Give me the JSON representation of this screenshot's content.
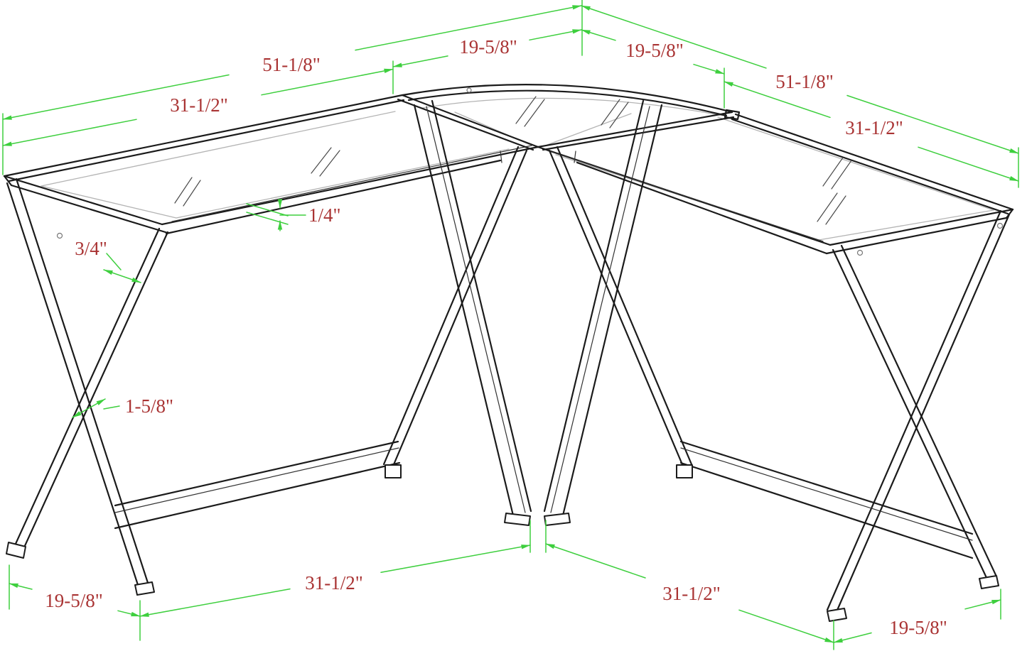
{
  "diagram": {
    "title": "L-shaped corner desk dimensional drawing",
    "subject": "X-frame glass-top corner computer desk",
    "view": "isometric line drawing",
    "units": "inches"
  },
  "colors": {
    "background": "#ffffff",
    "outline": "#1b1b1b",
    "inner_frame": "#b4b4b4",
    "glass_mark": "#4a4a4a",
    "dimension_line": "#3ecf3e",
    "label_text": "#a93333"
  },
  "labels": {
    "top_left_outer": "51-1/8\"",
    "top_left_inner": "31-1/2\"",
    "top_center_left": "19-5/8\"",
    "top_center_right": "19-5/8\"",
    "top_right_outer": "51-1/8\"",
    "top_right_inner": "31-1/2\"",
    "glass_thickness": "1/4\"",
    "frame_tube": "3/4\"",
    "leg_width": "1-5/8\"",
    "bottom_left_depth": "19-5/8\"",
    "bottom_left_width": "31-1/2\"",
    "bottom_right_width": "31-1/2\"",
    "bottom_right_depth": "19-5/8\""
  }
}
